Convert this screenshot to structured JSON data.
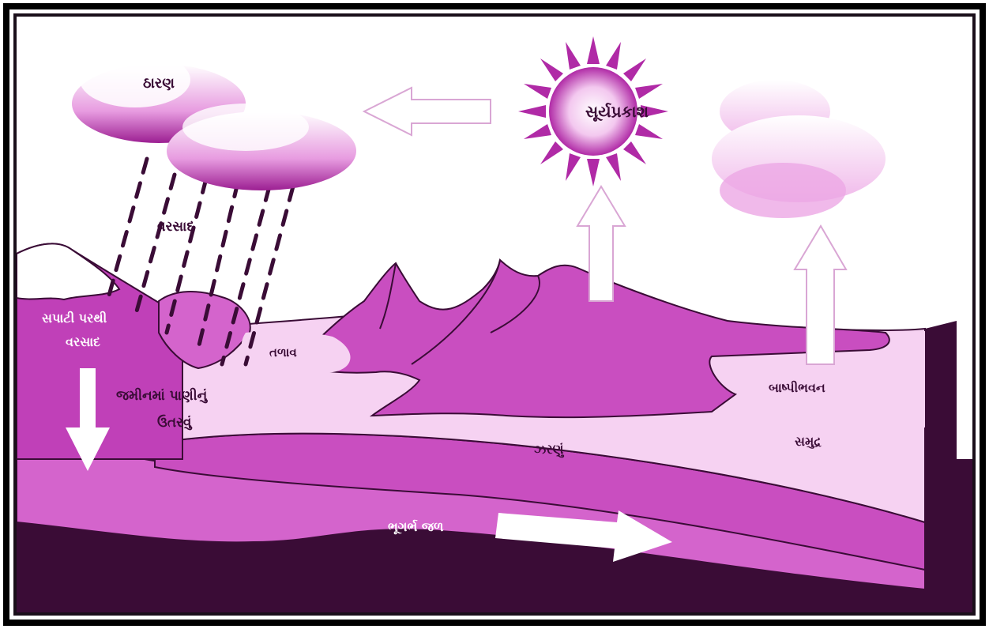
{
  "labels": {
    "condensation": "ઠારણ",
    "sunlight": "સૂર્યપ્રકાશ",
    "rain": "વરસાદ",
    "surface_runoff_line1": "સપાટી પરથી",
    "surface_runoff_line2": "વરસાદ",
    "pond": "તળાવ",
    "infiltration_line1": "જમીનમાં પાણીનું",
    "infiltration_line2": "ઉતરવું",
    "evaporation": "બાષ્પીભવન",
    "spring": "ઝરણું",
    "ocean": "સમુદ્ર",
    "groundwater": "ભૂગર્ભ જળ"
  },
  "colors": {
    "magenta": "#c040b8",
    "light_pink": "#f6d2f2",
    "medium_pink": "#d66ccf",
    "dark_purple": "#3a0c36"
  }
}
